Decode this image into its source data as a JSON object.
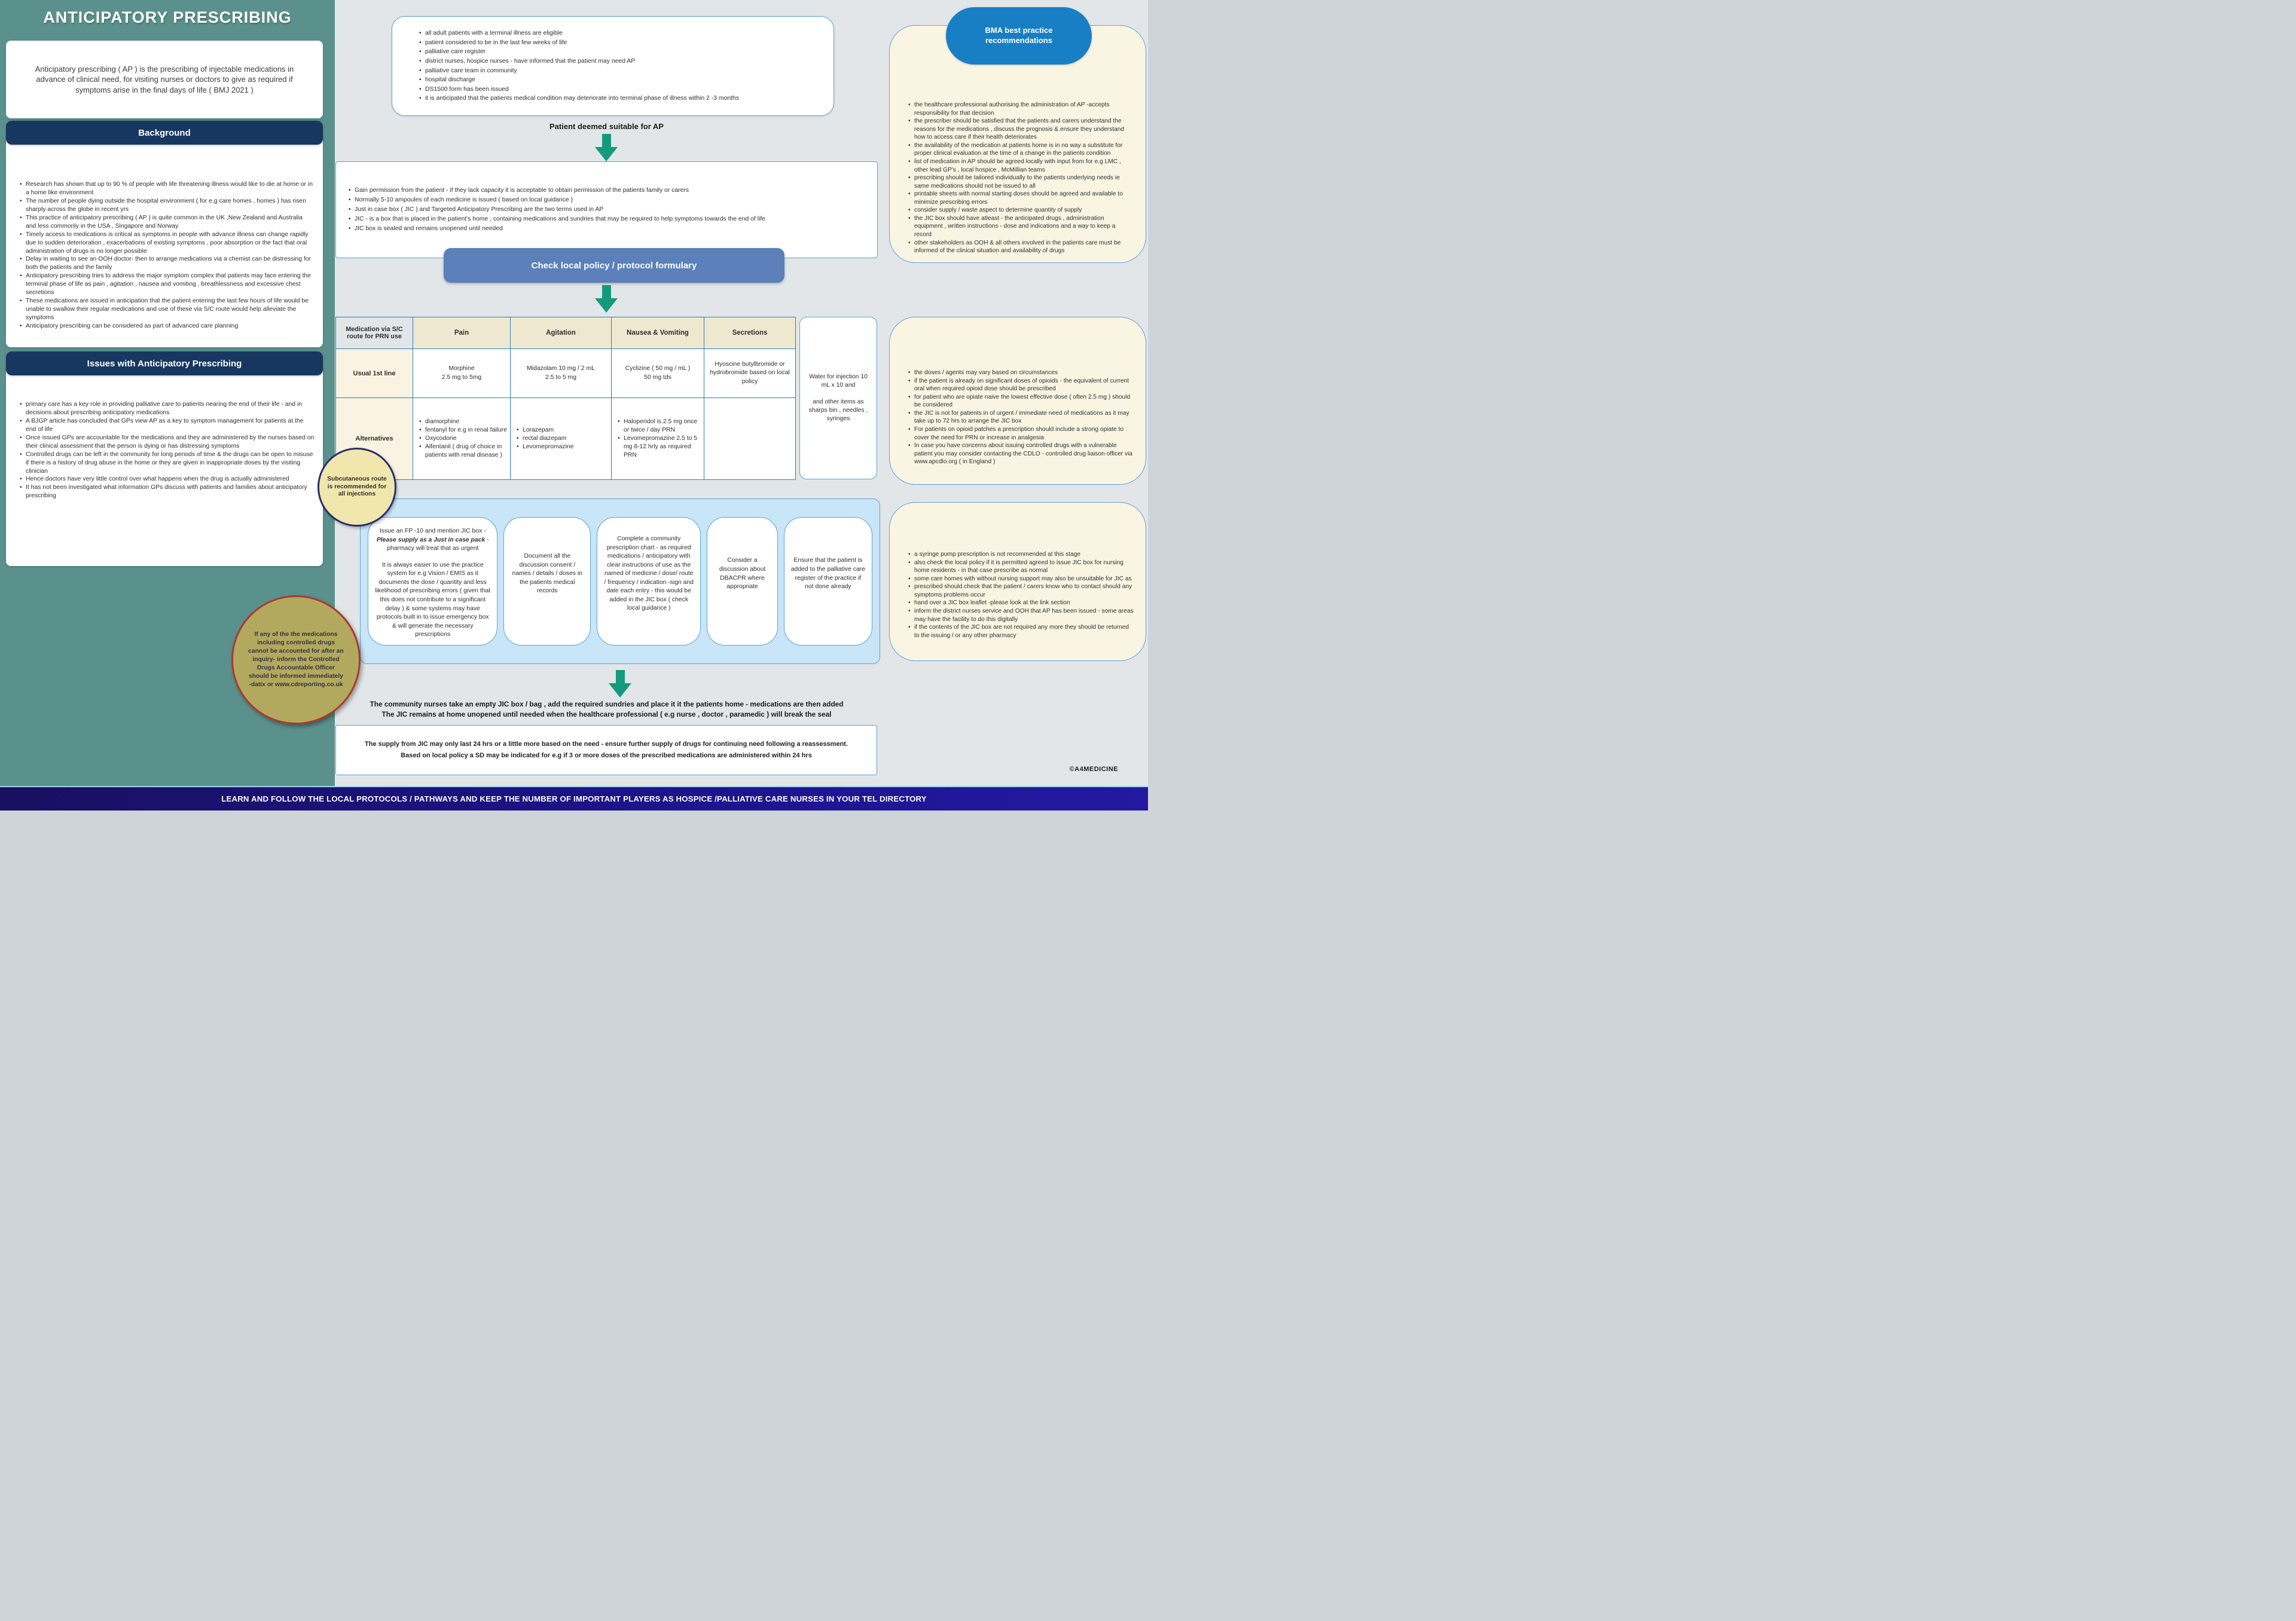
{
  "sidebar": {
    "title": "ANTICIPATORY PRESCRIBING",
    "intro": "Anticipatory prescribing ( AP )  is the prescribing of injectable medications in advance of clinical need, for visiting nurses or doctors to give as required if symptoms arise in the final days of life ( BMJ 2021 )",
    "background": {
      "header": "Background",
      "bullets": [
        "Research has shown that up to 90 % of people with life threatening illness would like to die at home or in a home like environment",
        "The number of people dying outside the hospital environment ( for e.g care homes , homes ) has risen sharply across the globe in recent yrs",
        "This practice of anticipatory prescribing ( AP ) is quite common in the UK ,New Zealand and Australia and less commonly in the USA , Singapore and Norway",
        "Timely access to medications is critical as symptoms in people with advance illness can change rapidly due to sudden deterioration , exacerbations of existing symptoms , poor absorption or the fact that oral administration of drugs is no longer possible",
        "Delay in waiting to see an OOH doctor- then to arrange medications via a chemist can be distressing for both the patients and the family",
        "Anticipatory prescribing tries to address the major symptom complex that patients may face entering the terminal phase of life as pain , agitation , nausea and vomiting , breathlessness and excessive chest secretions",
        "These medications are issued in anticipation that the patient entering the last few hours of life would be unable to swallow their regular medications and use of these via S/C route would help alleviate the symptoms",
        "Anticipatory prescribing can be considered as part of advanced care planning"
      ]
    },
    "issues": {
      "header": "Issues with Anticipatory Prescribing",
      "bullets": [
        "primary care has a key role in providing palliative care to patients nearing the end of their life - and in decisions about prescribing anticipatory medications",
        "A BJGP article has concluded that GPs view AP as a key to symptom management for patients at the end of life",
        "Once issued GPs are accountable for the medications and they are administered by the nurses based on their clinical assessment that the person is dying or has distressing symptoms",
        "Controlled drugs can be left in the community for long periods of time & the drugs can be open to misuse if there is a history of drug abuse in the home or they are given in inappropriate doses by the visiting clinician",
        "Hence doctors have very little control over what happens when the drug is actually administered",
        "It has not been investigated what information GPs discuss with patients and families about anticipatory prescribing"
      ]
    }
  },
  "flow": {
    "eligibility_bullets": [
      "all adult patients with a terminal illness are eligible",
      "patient considered to be in the last few weeks of life",
      "palliative care register",
      "district nurses, hospice nurses - have informed that the patient may need AP",
      "palliative care team in community",
      "hospital discharge",
      "DS1500 form has been issued",
      "it is anticipated that the patients medical condition may deteriorate into terminal phase of illness within 2 -3 months"
    ],
    "deemed_label": "Patient deemed suitable for AP",
    "permission_bullets": [
      "Gain permission from the patient - if they lack capacity it is acceptable to obtain permission of the patients family or carers",
      "Normally 5-10 ampoules of each medicine is issued ( based on local guidance )",
      "Just in case box ( JIC ) and Targeted Anticipatory Prescribing are the two terms used in AP",
      "JIC - is a box that is placed in the patient's home , containing medications and sundries that may be required to help symptoms towards the end of life",
      "JIC box is sealed and remains unopened until needed"
    ],
    "check_policy_label": "Check local policy / protocol formulary",
    "subcut_note": "Subcutaneous route is recommended for all injections",
    "controlled_note": "If any of the the medications including controlled drugs cannot be accounted for after an inquiry- inform the Controlled Drugs Accountable Officer should be informed immediately -datix or www.cdreporting.co.uk",
    "steps": {
      "step1_pre": "Issue an FP -10 and mention JIC box - ",
      "step1_em": "Please supply as a Just in case pack",
      "step1_post": " -pharmacy will treat that as urgent",
      "step1_p2": "It is always easier to use the practice system for e.g Vision / EMIS as it documents the dose / quantity and less likelihood of prescribing errors ( given that this does not contribute to a significant delay ) & some systems may have protocols built in to issue emergency box & will generate the necessary prescriptions",
      "step2": "Document all the discussion consent  / names / details / doses in the patients medical records",
      "step3": "Complete a community prescription chart - as required medications / anticipatory with clear instructions of use as the named of medicine / dose/ route / frequency / indication -sign and date each entry - this would be added in the JIC box ( check local guidance )",
      "step4": "Consider a discussion about DBACPR where appropriate",
      "step5": "Ensure that the patient is added to the palliative care register of the practice if not done already"
    },
    "community_line1": "The community nurses take an empty JIC box / bag , add the required sundries and place it it the patients home - medications are then added",
    "community_line2": "The JIC remains at home unopened until needed when the healthcare professional ( e.g nurse , doctor , paramedic ) will break the seal",
    "supply_line1": "The supply from JIC may only last 24 hrs or a little more based on the need - ensure further  supply of drugs for continuing need following a reassessment.",
    "supply_line2": "Based on local policy a SD may be indicated for e.g if 3 or more doses of the prescribed medications are administered within 24 hrs"
  },
  "table": {
    "corner": "Medication via S/C route for PRN use",
    "columns": [
      "Pain",
      "Agitation",
      "Nausea & Vomiting",
      "Secretions"
    ],
    "row1": {
      "label": "Usual 1st line",
      "pain": [
        "Morphine",
        "2.5 mg to  5mg"
      ],
      "agitation": [
        "Midazolam 10 mg / 2 mL",
        "2.5 to 5 mg"
      ],
      "nausea": [
        "Cyclizine ( 50 mg / mL )",
        "50 mg tds"
      ],
      "secretions": [
        "Hyoscine butylbromide or hydrobromide based on local policy"
      ]
    },
    "row2": {
      "label": "Alternatives",
      "pain": [
        "diamorphine",
        "fentanyl for e.g in renal failure",
        "Oxycodone",
        "Alfentanil ( drug of choice in patients with renal disease )"
      ],
      "agitation": [
        "Lorazepam",
        "rectal diazepam",
        "Levomepromazine"
      ],
      "nausea": [
        "Haloperidol is 2.5 mg once or twice / day PRN",
        "Levomepromazine 2.5 to 5 mg 8-12 hrly as required PRN"
      ]
    },
    "water": {
      "line1": "Water for injection 10 mL x 10 and",
      "line2": "and other items as sharps bin , needles , syringes"
    }
  },
  "right": {
    "bma_title_line1": "BMA best practice",
    "bma_title_line2": "recommendations",
    "bma_bullets": [
      "the healthcare professional authorising the administration of AP -accepts responsibility for that decision",
      "the prescriber should be satisfied that the patients and carers understand the reasons for the medications , discuss the prognosis & ensure they understand how to access care if their health deteriorates",
      "the availability of the medication at patients home is in no way a substitute for proper clinical evaluation at the time of a change in the patients condition",
      "list of medication in AP should be agreed locally with input from for e.g LMC , other lead GP's , local hospice , McMillian teams",
      "prescribing should be tailored individually to the patients underlying needs ie same medications should not be issued to all",
      "printable sheets with normal starting doses should be agreed and available to minimize prescribing errors",
      "consider supply / waste aspect to determine quantity of supply",
      "the JIC box should have atleast - the anticipated drugs , administration equipment , written instructions - dose and indications and a way to keep a record",
      "other stakeholders as OOH & all others involved in the patients care must be informed of the clinical situation and availability of drugs"
    ],
    "doses_bullets": [
      "the doses / agents may vary based on circumstances",
      "if the patient is already on significant doses of opioids - the equivalent of current oral when required opioid dose should be prescribed",
      "for patient who are opiate naive the lowest effective dose ( often 2.5 mg ) should be considered",
      "the JIC is not for patients in of urgent / immediate need of medications as it may take up to 72 hrs to arrange the JIC box",
      "For patients on opioid patches a prescription should include a strong opiate to cover the need for PRN or increase in analgesia",
      "In case you have concerns about issuing controlled drugs with a vulnerable patient you may consider contacting the CDLO - controlled drug liaison officer via www.apcdlo.org ( in England )"
    ],
    "syringe_bullets": [
      "a syringe pump prescription is not recommended at this stage",
      "also check the local policy if it is permitted agreed to issue JIC box for nursing home residents - in that case prescribe as normal",
      "some care homes with without nursing support may also be unsuitable for JIC as",
      "prescribed should check that the patient / carers know who to contact should any symptoms problems occur",
      "hand over a JIC box leaflet -please look at the link section",
      "inform the district nurses service and OOH that AP has been issued - some areas may have the facility to do this digitally",
      "if the contents of the JIC box are not required any more they should be returned to the issuing / or any other pharmacy"
    ]
  },
  "footer": {
    "bar_text": "LEARN AND FOLLOW THE LOCAL PROTOCOLS / PATHWAYS AND KEEP THE NUMBER OF IMPORTANT PLAYERS AS HOSPICE /PALLIATIVE CARE  NURSES IN YOUR TEL DIRECTORY",
    "copyright": "©A4MEDICINE"
  }
}
